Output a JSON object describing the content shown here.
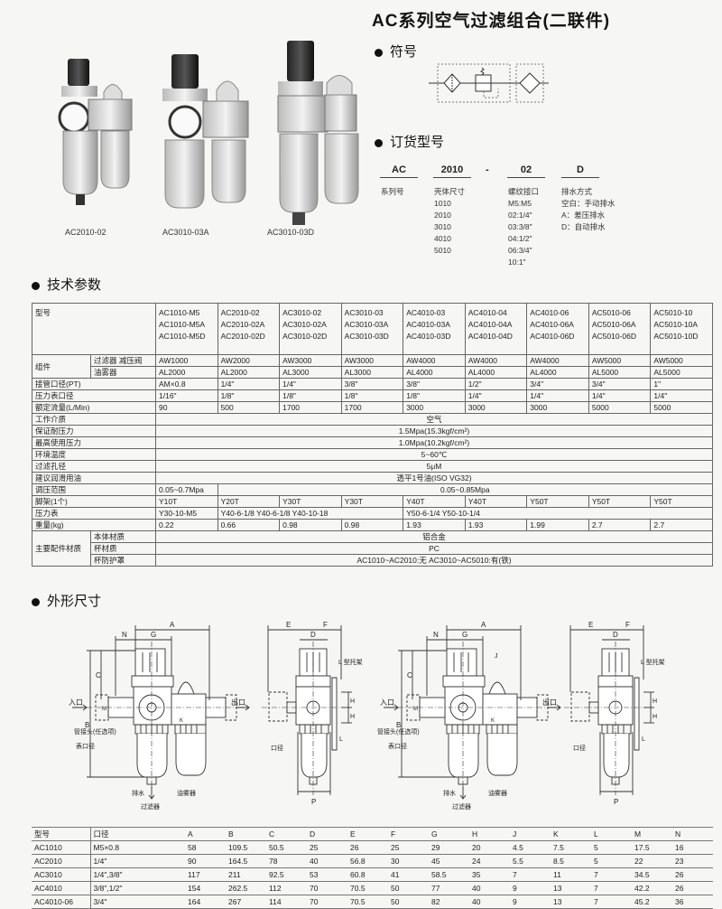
{
  "title": "AC系列空气过滤组合(二联件)",
  "photos": {
    "captions": [
      "AC2010-02",
      "AC3010-03A",
      "AC3010-03D"
    ]
  },
  "symbol_section": {
    "heading": "符号"
  },
  "order_section": {
    "heading": "订货型号",
    "codes": [
      "AC",
      "2010",
      "-",
      "02",
      "D"
    ],
    "series": {
      "label": "系列号"
    },
    "body_size": {
      "label": "壳体尺寸",
      "options": [
        "1010",
        "2010",
        "3010",
        "4010",
        "5010"
      ]
    },
    "thread": {
      "label": "螺纹接口",
      "options": [
        "M5:M5",
        "02:1/4\"",
        "03:3/8\"",
        "04:1/2\"",
        "06:3/4\"",
        "10:1\""
      ]
    },
    "drain": {
      "label": "排水方式",
      "options": [
        "空白：手动排水",
        "A：差压排水",
        "D：自动排水"
      ]
    }
  },
  "tech_section": {
    "heading": "技术参数",
    "header_label": "型号",
    "models": [
      [
        "AC1010-M5",
        "AC1010-M5A",
        "AC1010-M5D"
      ],
      [
        "AC2010-02",
        "AC2010-02A",
        "AC2010-02D"
      ],
      [
        "AC3010-02",
        "AC3010-02A",
        "AC3010-02D"
      ],
      [
        "AC3010-03",
        "AC3010-03A",
        "AC3010-03D"
      ],
      [
        "AC4010-03",
        "AC4010-03A",
        "AC4010-03D"
      ],
      [
        "AC4010-04",
        "AC4010-04A",
        "AC4010-04D"
      ],
      [
        "AC4010-06",
        "AC4010-06A",
        "AC4010-06D"
      ],
      [
        "AC5010-06",
        "AC5010-06A",
        "AC5010-06D"
      ],
      [
        "AC5010-10",
        "AC5010-10A",
        "AC5010-10D"
      ]
    ],
    "rows": [
      {
        "label": "组件",
        "sub": "过滤器 减压阀",
        "cells": [
          "AW1000",
          "AW2000",
          "AW3000",
          "AW3000",
          "AW4000",
          "AW4000",
          "AW4000",
          "AW5000",
          "AW5000"
        ]
      },
      {
        "label": "",
        "sub": "油雾器",
        "cells": [
          "AL2000",
          "AL2000",
          "AL3000",
          "AL3000",
          "AL4000",
          "AL4000",
          "AL4000",
          "AL5000",
          "AL5000"
        ]
      },
      {
        "label": "接管口径(PT)",
        "cells": [
          "AM×0.8",
          "1/4\"",
          "1/4\"",
          "3/8\"",
          "3/8\"",
          "1/2\"",
          "3/4\"",
          "3/4\"",
          "1\""
        ]
      },
      {
        "label": "压力表口径",
        "cells": [
          "1/16\"",
          "1/8\"",
          "1/8\"",
          "1/8\"",
          "1/8\"",
          "1/4\"",
          "1/4\"",
          "1/4\"",
          "1/4\""
        ]
      },
      {
        "label": "额定流量(L/Min)",
        "cells": [
          "90",
          "500",
          "1700",
          "1700",
          "3000",
          "3000",
          "3000",
          "5000",
          "5000"
        ]
      },
      {
        "label": "工作介质",
        "cells": [
          "空气"
        ]
      },
      {
        "label": "保证耐压力",
        "cells": [
          "1.5Mpa(15.3kgf/cm²)"
        ]
      },
      {
        "label": "最高使用压力",
        "cells": [
          "1.0Mpa(10.2kgf/cm²)"
        ]
      },
      {
        "label": "环境温度",
        "cells": [
          "5~60℃"
        ]
      },
      {
        "label": "过滤孔径",
        "cells": [
          "5μM"
        ]
      },
      {
        "label": "建议润滑用油",
        "cells": [
          "透平1号油(ISO VG32)"
        ]
      },
      {
        "label": "调压范围",
        "cells": [
          "0.05~0.7Mpa",
          "0.05~0.85Mpa"
        ]
      },
      {
        "label": "脚架(1个)",
        "cells": [
          "Y10T",
          "Y20T",
          "Y30T",
          "Y30T",
          "Y40T",
          "Y40T",
          "Y50T",
          "Y50T",
          "Y50T"
        ]
      },
      {
        "label": "压力表",
        "cells": [
          "Y30-10-M5",
          "Y40-6-1/8  Y40-6-1/8  Y40-10-18",
          "Y50-6-1/4  Y50-10-1/4"
        ]
      },
      {
        "label": "重量(kg)",
        "cells": [
          "0.22",
          "0.66",
          "0.98",
          "0.98",
          "1.93",
          "1.93",
          "1.99",
          "2.7",
          "2.7"
        ]
      },
      {
        "label": "主要配件材质",
        "sub": "本体材质",
        "cells": [
          "铝合金"
        ]
      },
      {
        "label": "",
        "sub": "杯材质",
        "cells": [
          "PC"
        ]
      },
      {
        "label": "",
        "sub": "杯防护罩",
        "cells": [
          "AC1010~AC2010:无    AC3010~AC5010:有(铁)"
        ]
      }
    ]
  },
  "dims_section": {
    "heading": "外形尺寸",
    "drawing_labels": {
      "inlet": "入口",
      "outlet": "出口",
      "fitting": "管接头(任选项)",
      "gauge_port": "表口径",
      "drain": "排水",
      "filter": "过滤器",
      "lubricator": "油雾器",
      "port": "口径",
      "bracket": "L 型托架",
      "P": "P"
    },
    "columns": [
      "型号",
      "口径",
      "A",
      "B",
      "C",
      "D",
      "E",
      "F",
      "G",
      "H",
      "J",
      "K",
      "L",
      "M",
      "N"
    ],
    "rows": [
      [
        "AC1010",
        "M5×0.8",
        "58",
        "109.5",
        "50.5",
        "25",
        "26",
        "25",
        "29",
        "20",
        "4.5",
        "7.5",
        "5",
        "17.5",
        "16"
      ],
      [
        "AC2010",
        "1/4\"",
        "90",
        "164.5",
        "78",
        "40",
        "56.8",
        "30",
        "45",
        "24",
        "5.5",
        "8.5",
        "5",
        "22",
        "23"
      ],
      [
        "AC3010",
        "1/4\",3/8\"",
        "117",
        "211",
        "92.5",
        "53",
        "60.8",
        "41",
        "58.5",
        "35",
        "7",
        "11",
        "7",
        "34.5",
        "26"
      ],
      [
        "AC4010",
        "3/8\",1/2\"",
        "154",
        "262.5",
        "112",
        "70",
        "70.5",
        "50",
        "77",
        "40",
        "9",
        "13",
        "7",
        "42.2",
        "26"
      ],
      [
        "AC4010-06",
        "3/4\"",
        "164",
        "267",
        "114",
        "70",
        "70.5",
        "50",
        "82",
        "40",
        "9",
        "13",
        "7",
        "45.2",
        "36"
      ]
    ]
  }
}
